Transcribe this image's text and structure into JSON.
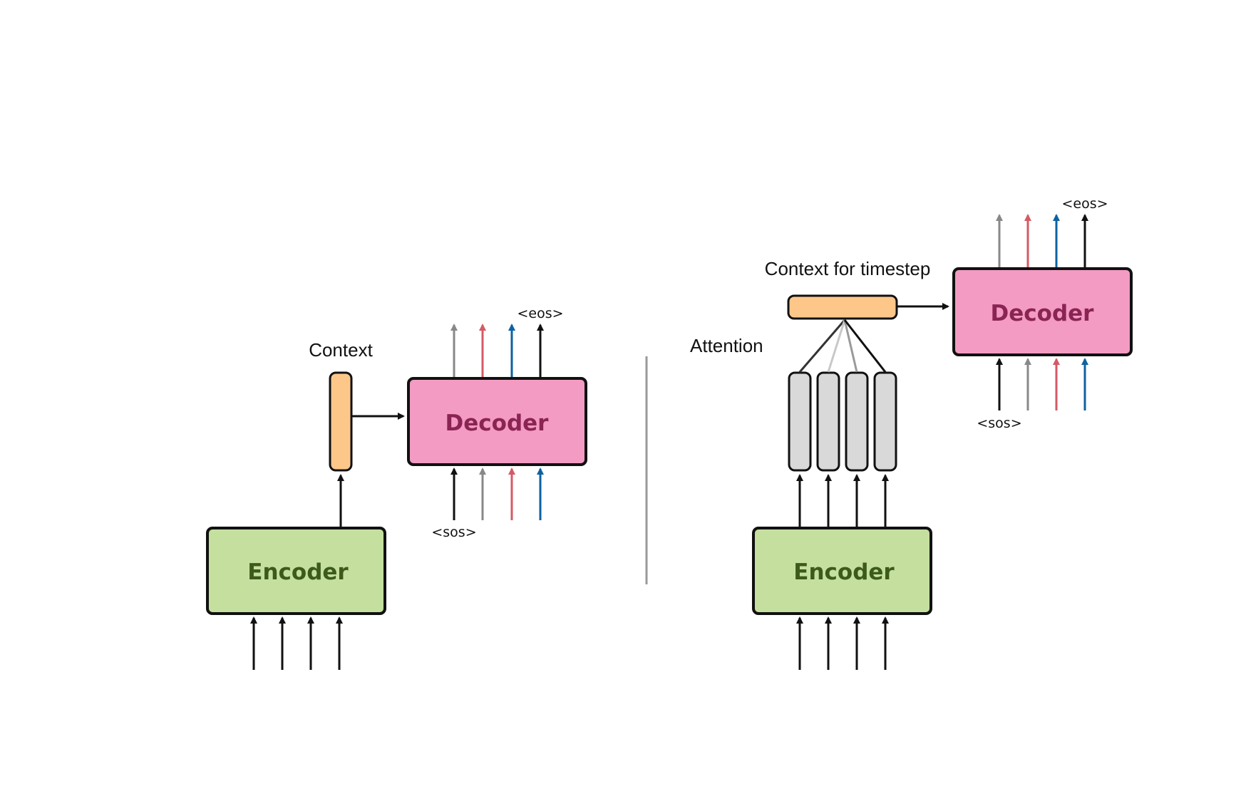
{
  "labels": {
    "encoder": "Encoder",
    "decoder": "Decoder",
    "context": "Context",
    "context_for_timestep": "Context for timestep",
    "attention": "Attention",
    "sos": "<sos>",
    "eos": "<eos>"
  },
  "colors": {
    "encoder_fill": "#c5e09e",
    "encoder_text": "#3d5a1c",
    "decoder_fill": "#f39bc3",
    "decoder_text": "#8a2452",
    "context_fill": "#fec78a",
    "hidden_state_fill": "#d9d9d9",
    "divider": "#999999",
    "token_colors": [
      "#111111",
      "#888888",
      "#d45a64",
      "#0d62a0"
    ]
  }
}
